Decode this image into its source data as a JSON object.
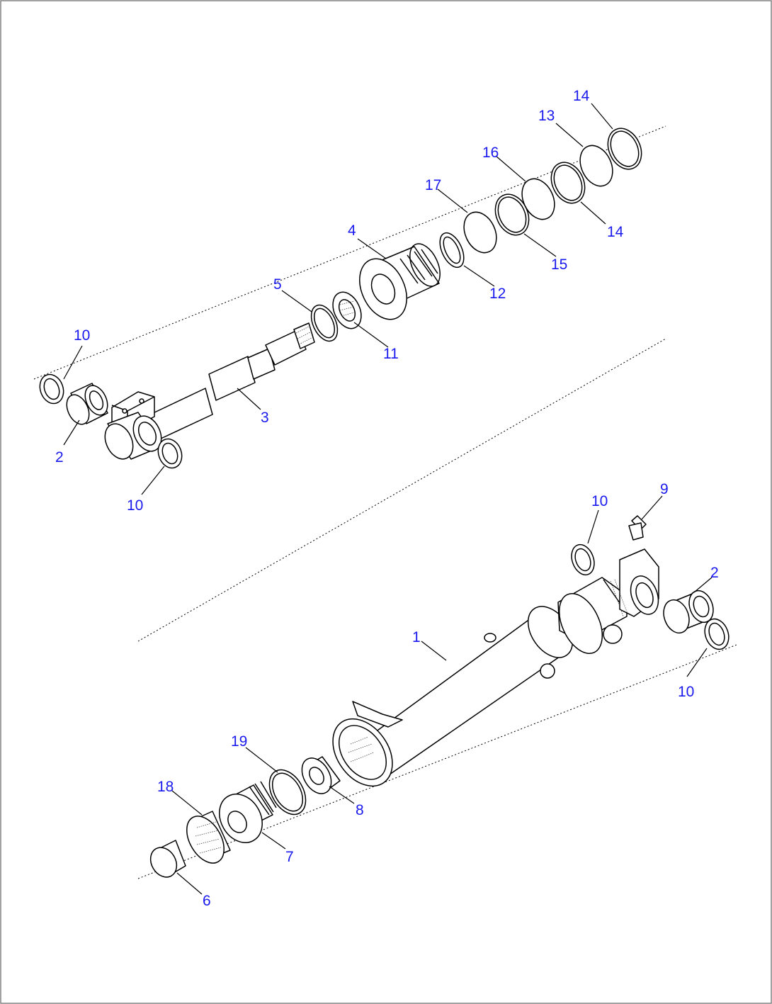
{
  "callouts": {
    "c1": "1",
    "c2a": "2",
    "c2b": "2",
    "c3": "3",
    "c4": "4",
    "c5": "5",
    "c6": "6",
    "c7": "7",
    "c8": "8",
    "c9": "9",
    "c10a": "10",
    "c10b": "10",
    "c10c": "10",
    "c10d": "10",
    "c11": "11",
    "c12": "12",
    "c13": "13",
    "c14a": "14",
    "c14b": "14",
    "c15": "15",
    "c16": "16",
    "c17": "17",
    "c18": "18",
    "c19": "19"
  },
  "colors": {
    "callout_text": "#1a1aee",
    "line_art": "#000000",
    "frame": "#7a7a7a"
  }
}
